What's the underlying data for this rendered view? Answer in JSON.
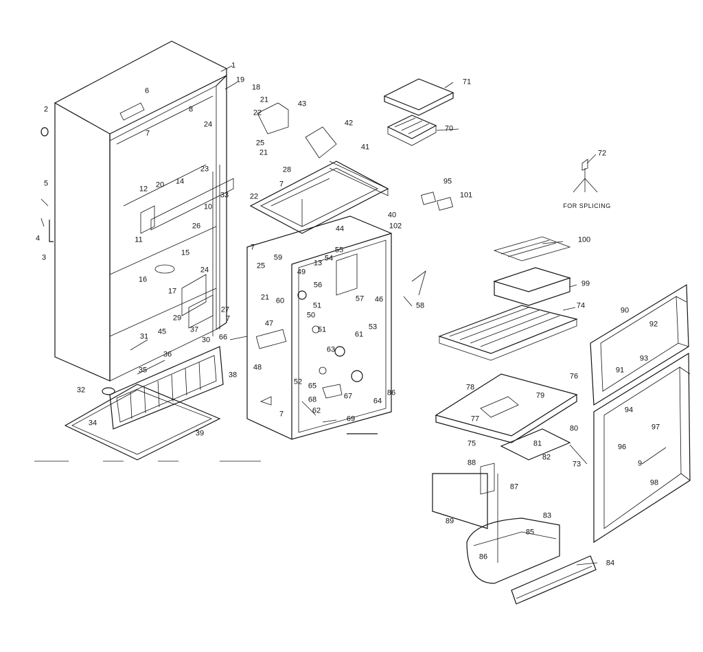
{
  "diagram": {
    "note": "FOR SPLICING",
    "parts": [
      "1",
      "2",
      "3",
      "4",
      "5",
      "6",
      "7",
      "8",
      "9",
      "10",
      "11",
      "12",
      "13",
      "14",
      "15",
      "16",
      "17",
      "18",
      "19",
      "20",
      "21",
      "22",
      "23",
      "24",
      "25",
      "26",
      "27",
      "28",
      "29",
      "30",
      "31",
      "32",
      "33",
      "34",
      "35",
      "36",
      "37",
      "38",
      "39",
      "40",
      "41",
      "42",
      "43",
      "44",
      "45",
      "46",
      "47",
      "48",
      "49",
      "50",
      "51",
      "52",
      "53",
      "54",
      "55",
      "56",
      "57",
      "58",
      "59",
      "60",
      "61",
      "62",
      "63",
      "64",
      "65",
      "66",
      "67",
      "68",
      "69",
      "70",
      "71",
      "72",
      "73",
      "74",
      "75",
      "76",
      "77",
      "78",
      "79",
      "80",
      "81",
      "82",
      "83",
      "84",
      "85",
      "86",
      "87",
      "88",
      "89",
      "90",
      "91",
      "92",
      "93",
      "94",
      "95",
      "96",
      "97",
      "98",
      "99",
      "100",
      "101",
      "102"
    ],
    "colors": {
      "ink": "#111111",
      "paper": "#ffffff"
    }
  }
}
